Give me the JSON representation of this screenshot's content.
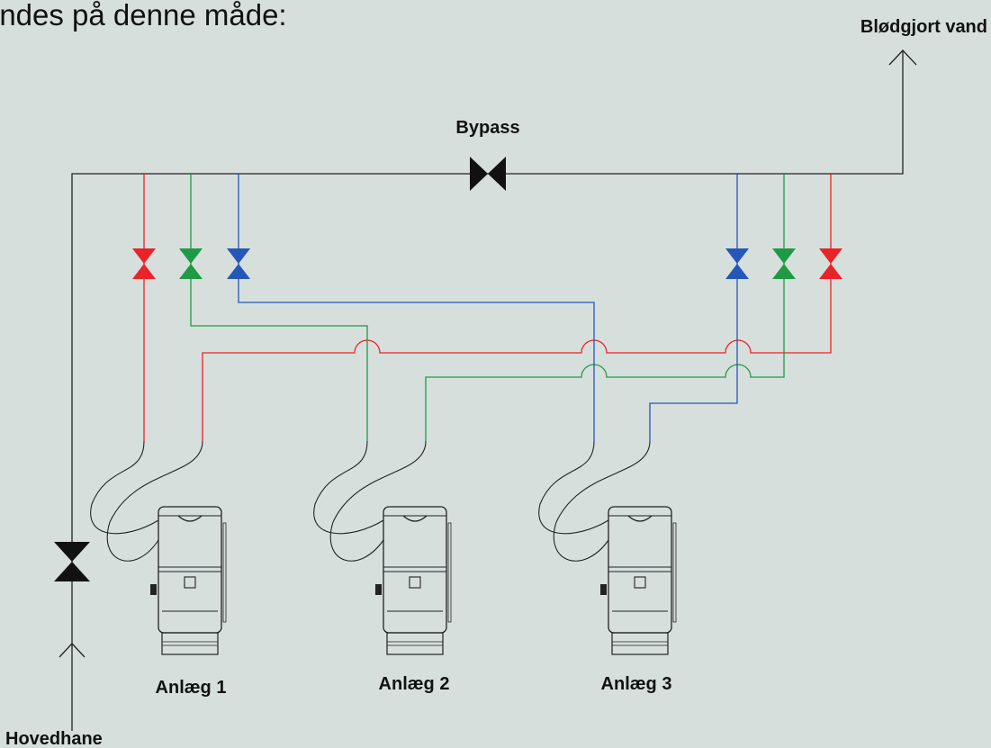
{
  "heading": "indes på denne måde:",
  "labels": {
    "output": "Blødgjort vand",
    "bypass": "Bypass",
    "main_valve": "Hovedhane",
    "units": [
      "Anlæg 1",
      "Anlæg 2",
      "Anlæg 3"
    ]
  },
  "colors": {
    "background": "#d7dfdd",
    "main_line": "#222222",
    "red": "#e8232a",
    "green": "#1f9a45",
    "blue": "#2457b8"
  }
}
